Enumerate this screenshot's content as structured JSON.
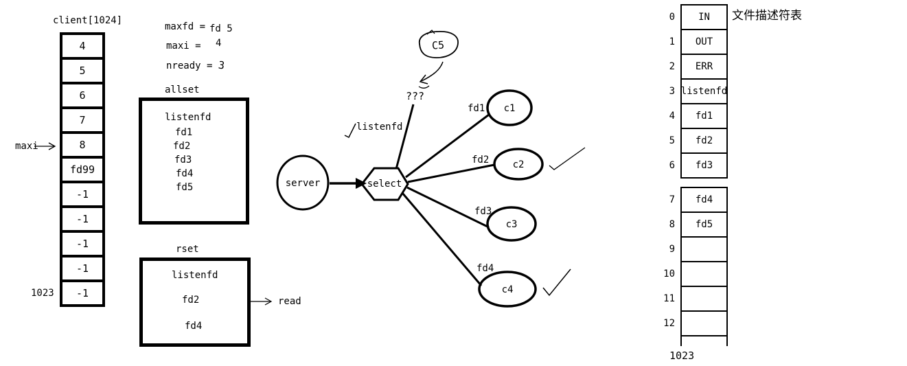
{
  "colors": {
    "ink": "#000000",
    "background": "#ffffff"
  },
  "client_array": {
    "title": "client[1024]",
    "cells": [
      "4",
      "5",
      "6",
      "7",
      "8",
      "fd99",
      "-1",
      "-1",
      "-1",
      "-1",
      "-1"
    ],
    "maxi_pointer": "maxi",
    "last_index": "1023"
  },
  "variables": {
    "maxfd": {
      "label": "maxfd =",
      "value": "fd 5"
    },
    "maxi": {
      "label": "maxi =",
      "value": "4"
    },
    "nready": {
      "label": "nready =",
      "value": "3"
    }
  },
  "allset": {
    "title": "allset",
    "items": [
      "listenfd",
      "fd1",
      "fd2",
      "fd3",
      "fd4",
      "fd5"
    ]
  },
  "rset": {
    "title": "rset",
    "items": [
      "listenfd",
      "fd2",
      "fd4"
    ],
    "read_label": "read"
  },
  "graph": {
    "server": "server",
    "select": "select",
    "cloud": "C5",
    "unknown": "???",
    "listenfd_ready": "listenfd",
    "clients": [
      {
        "edge": "fd1",
        "name": "c1"
      },
      {
        "edge": "fd2",
        "name": "c2"
      },
      {
        "edge": "fd3",
        "name": "c3"
      },
      {
        "edge": "fd4",
        "name": "c4"
      }
    ]
  },
  "fd_table": {
    "title": "文件描述符表",
    "rows": [
      {
        "index": "0",
        "value": "IN"
      },
      {
        "index": "1",
        "value": "OUT"
      },
      {
        "index": "2",
        "value": "ERR"
      },
      {
        "index": "3",
        "value": "listenfd"
      },
      {
        "index": "4",
        "value": "fd1"
      },
      {
        "index": "5",
        "value": "fd2"
      },
      {
        "index": "6",
        "value": "fd3"
      },
      {
        "index": "7",
        "value": "fd4"
      },
      {
        "index": "8",
        "value": "fd5"
      },
      {
        "index": "9",
        "value": ""
      },
      {
        "index": "10",
        "value": ""
      },
      {
        "index": "11",
        "value": ""
      },
      {
        "index": "12",
        "value": ""
      }
    ],
    "last_index": "1023"
  }
}
